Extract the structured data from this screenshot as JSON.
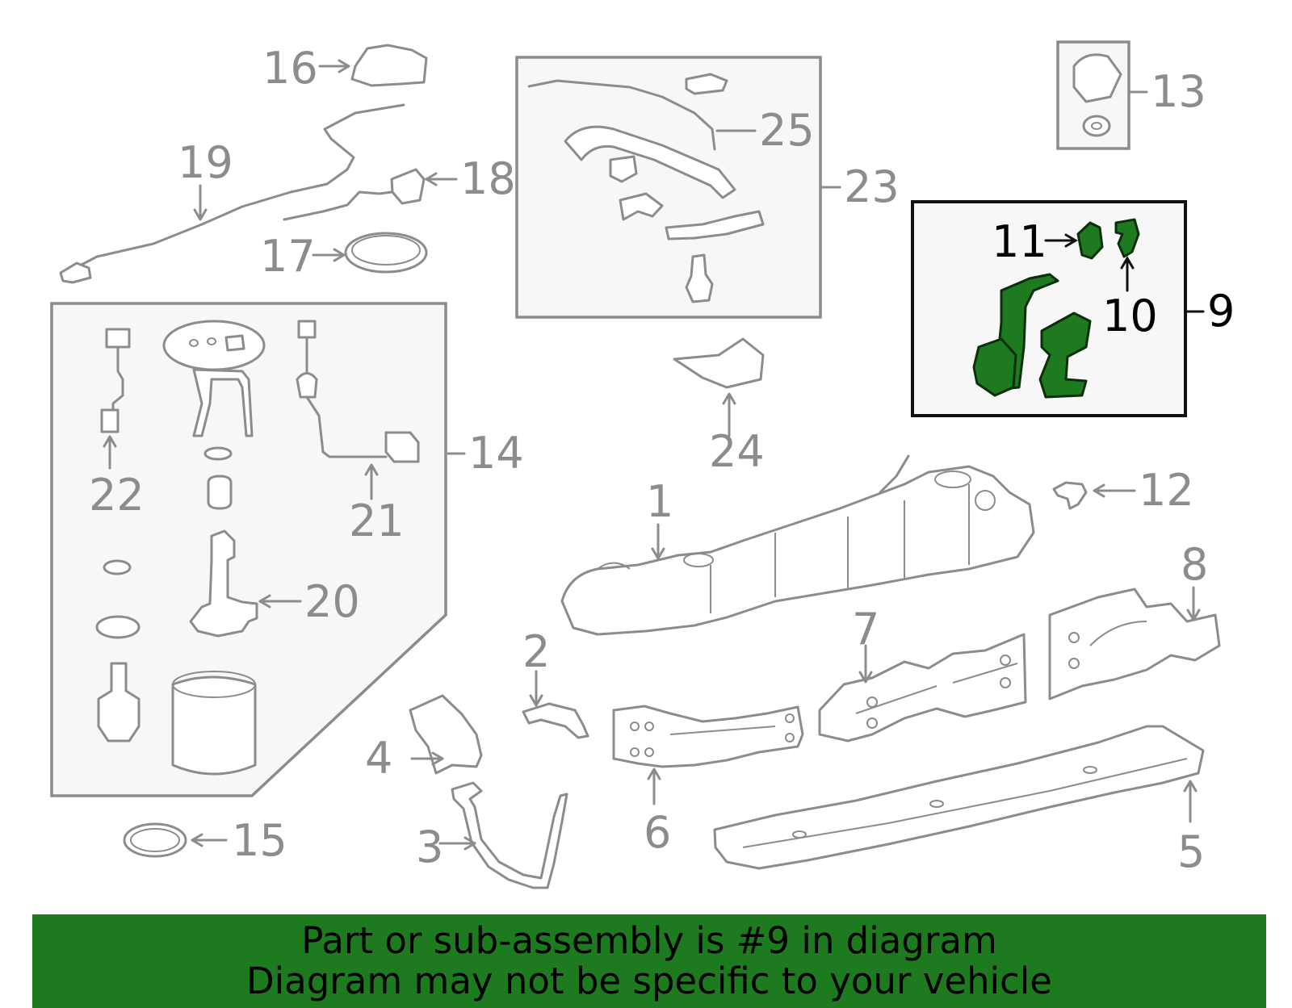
{
  "callouts": {
    "n1": "1",
    "n2": "2",
    "n3": "3",
    "n4": "4",
    "n5": "5",
    "n6": "6",
    "n7": "7",
    "n8": "8",
    "n9": "9",
    "n10": "10",
    "n11": "11",
    "n12": "12",
    "n13": "13",
    "n14": "14",
    "n15": "15",
    "n16": "16",
    "n17": "17",
    "n18": "18",
    "n19": "19",
    "n20": "20",
    "n21": "21",
    "n22": "22",
    "n23": "23",
    "n24": "24",
    "n25": "25"
  },
  "highlighted_part": "9",
  "banner": {
    "line1": "Part or sub-assembly is #9 in diagram",
    "line2": "Diagram may not be specific to your vehicle"
  },
  "colors": {
    "highlight": "#1e7a1e",
    "outline": "#8c8c8c",
    "banner_bg": "#1e7a1e"
  }
}
